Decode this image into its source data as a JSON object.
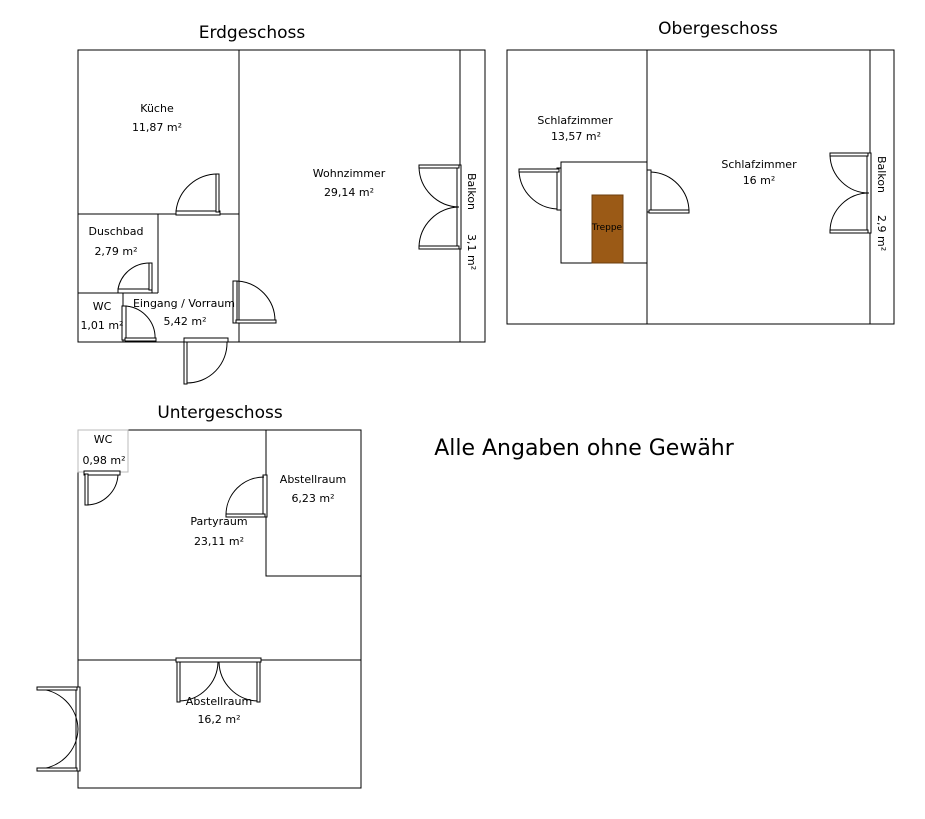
{
  "floors": {
    "ground": {
      "title": "Erdgeschoss",
      "kitchen": {
        "name": "Küche",
        "area": "11,87 m²"
      },
      "living": {
        "name": "Wohnzimmer",
        "area": "29,14 m²"
      },
      "shower": {
        "name": "Duschbad",
        "area": "2,79 m²"
      },
      "wc": {
        "name": "WC",
        "area": "1,01 m²"
      },
      "entrance": {
        "name": "Eingang / Vorraum",
        "area": "5,42 m²"
      },
      "balcony": {
        "name": "Balkon",
        "area": "3,1 m²"
      }
    },
    "upper": {
      "title": "Obergeschoss",
      "bedroom1": {
        "name": "Schlafzimmer",
        "area": "13,57 m²"
      },
      "bedroom2": {
        "name": "Schlafzimmer",
        "area": "16 m²"
      },
      "stairs": {
        "name": "Treppe"
      },
      "balcony": {
        "name": "Balkon",
        "area": "2,9 m²"
      }
    },
    "basement": {
      "title": "Untergeschoss",
      "wc": {
        "name": "WC",
        "area": "0,98 m²"
      },
      "storage1": {
        "name": "Abstellraum",
        "area": "6,23 m²"
      },
      "party": {
        "name": "Partyraum",
        "area": "23,11 m²"
      },
      "storage2": {
        "name": "Abstellraum",
        "area": "16,2 m²"
      }
    }
  },
  "disclaimer": "Alle Angaben ohne Gewähr",
  "colors": {
    "stairs": "#9b5a16"
  }
}
